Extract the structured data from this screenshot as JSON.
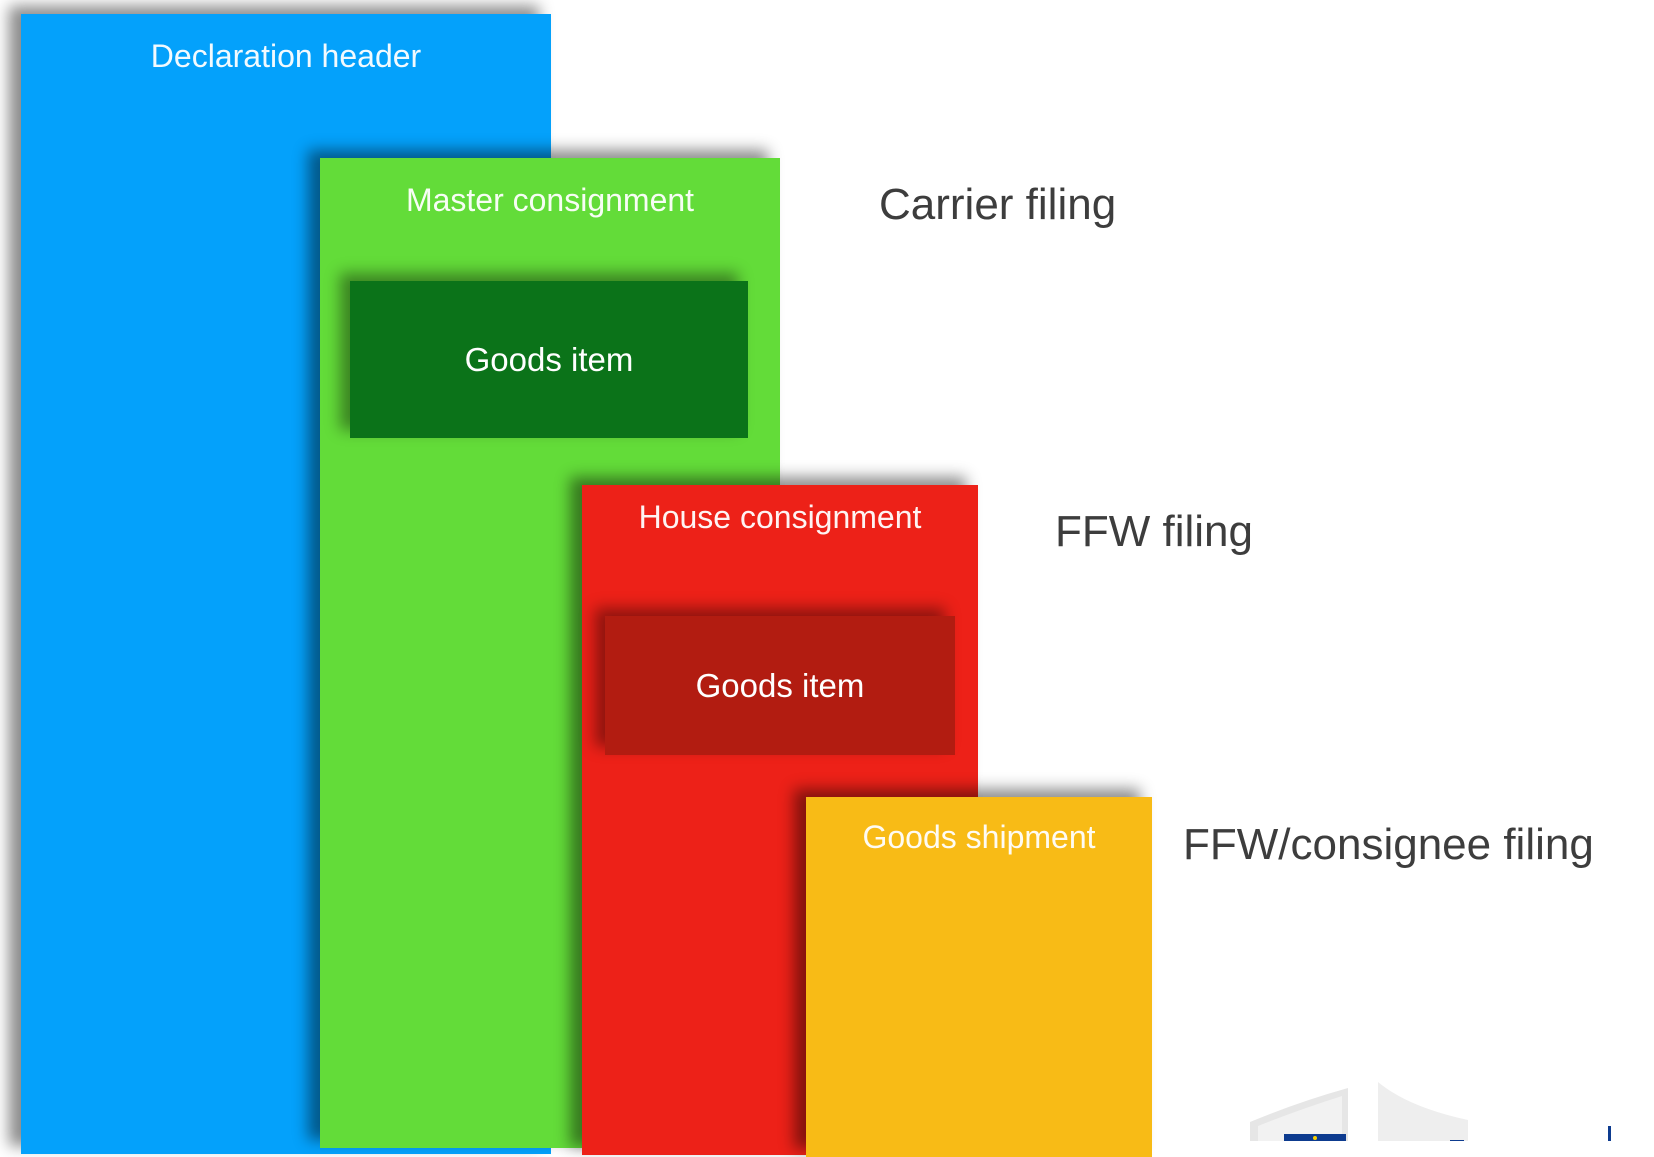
{
  "colors": {
    "declaration": "#04a1fb",
    "master": "#63dc39",
    "master_goods": "#0b7319",
    "house": "#ed2118",
    "house_goods": "#b21c11",
    "shipment": "#f8bb16",
    "filing_text": "#3d3d3d"
  },
  "boxes": {
    "declaration": {
      "title": "Declaration header"
    },
    "master": {
      "title": "Master consignment",
      "goods_item": "Goods item"
    },
    "house": {
      "title": "House consignment",
      "goods_item": "Goods item"
    },
    "shipment": {
      "title": "Goods shipment"
    }
  },
  "filings": {
    "carrier": "Carrier filing",
    "ffw": "FFW filing",
    "consignee": "FFW/consignee filing"
  },
  "logo": {
    "icon": "european-commission-logo-icon"
  }
}
